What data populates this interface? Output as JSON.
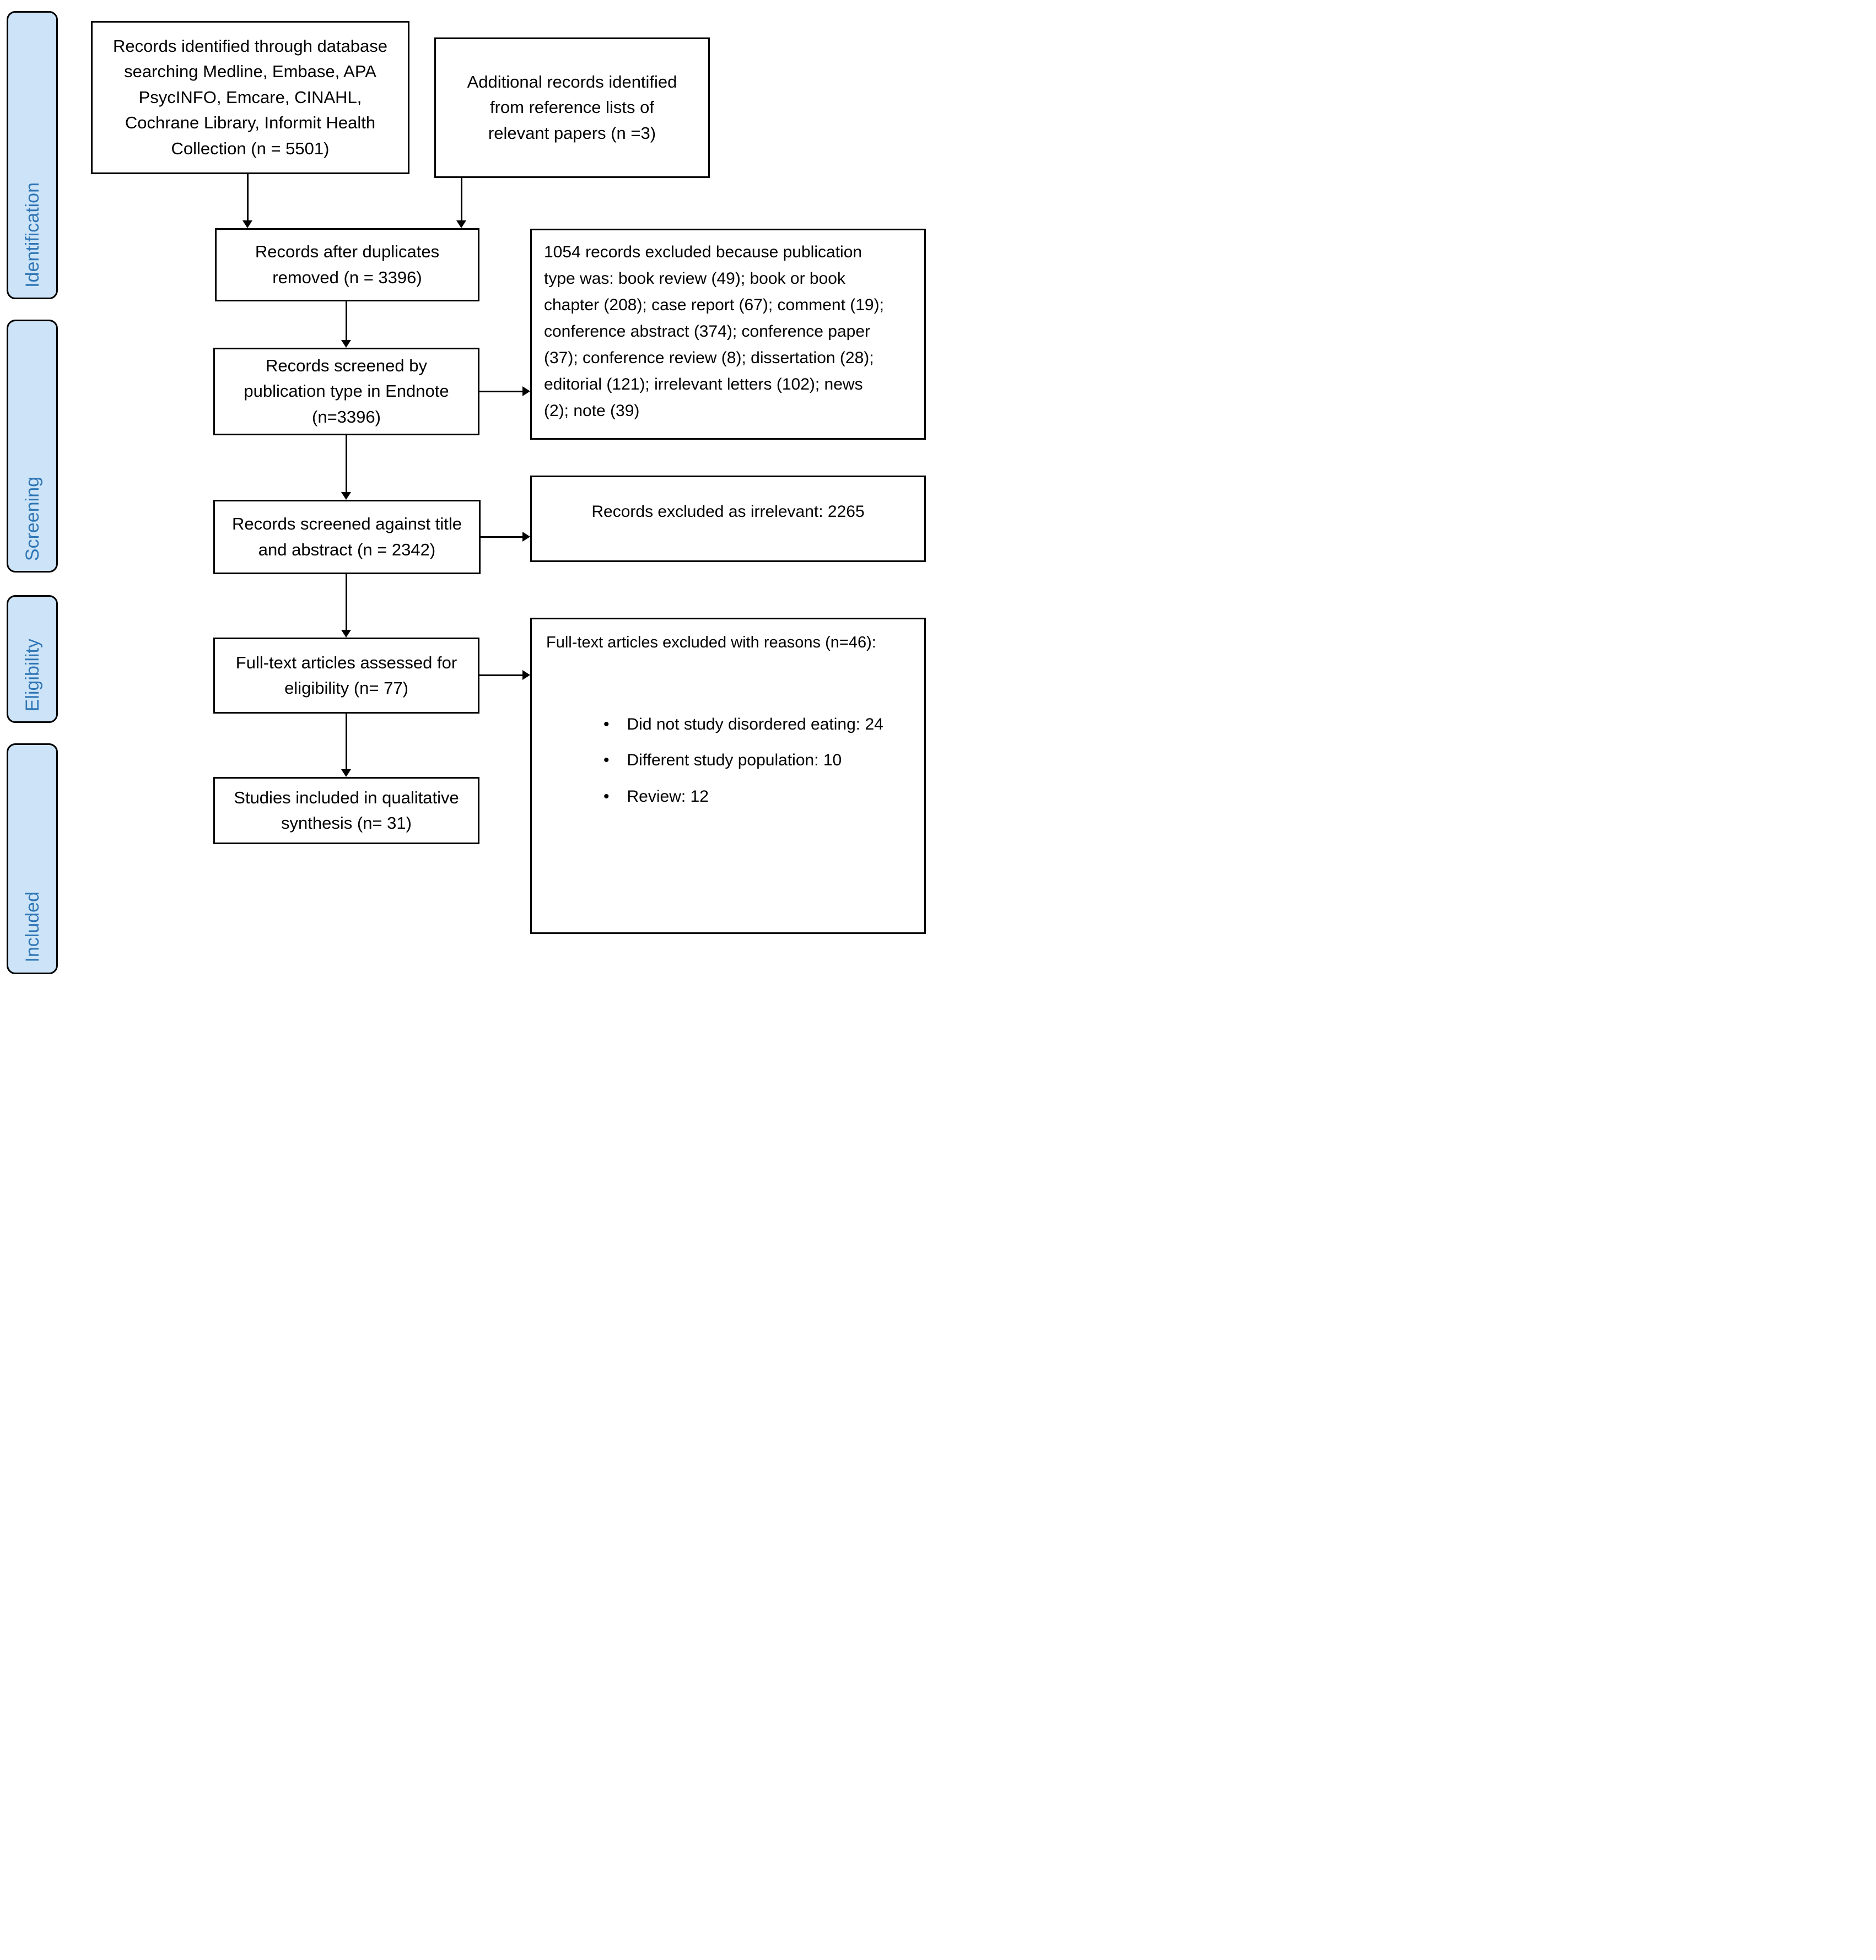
{
  "diagram": {
    "stages": [
      {
        "label": "Identification"
      },
      {
        "label": "Screening"
      },
      {
        "label": "Eligibility"
      },
      {
        "label": "Included"
      }
    ],
    "boxes": {
      "db_search": "Records identified through database\nsearching Medline, Embase, APA\nPsycINFO, Emcare, CINAHL,\nCochrane Library, Informit Health\nCollection (n = 5501)",
      "additional": "Additional records identified\nfrom reference lists of\nrelevant papers (n =3)",
      "duplicates": "Records after duplicates\nremoved (n = 3396)",
      "screened_type": "Records screened by\npublication type in Endnote\n(n=3396)",
      "excluded_type": "1054 records excluded because publication\ntype was: book review (49); book or book\nchapter (208); case report (67); comment (19);\nconference abstract (374); conference paper\n(37); conference review (8); dissertation (28);\neditorial (121); irrelevant letters (102); news\n(2); note (39)",
      "screened_title": "Records screened against title\nand abstract (n = 2342)",
      "excluded_irrelevant": "Records excluded as irrelevant: 2265",
      "fulltext": "Full-text articles assessed for\neligibility (n= 77)",
      "excluded_reasons_title": "Full-text articles excluded with reasons (n=46):",
      "excluded_reasons_items": [
        "Did not study disordered eating: 24",
        "Different study population: 10",
        "Review: 12"
      ],
      "included": "Studies included in qualitative\nsynthesis (n= 31)",
      "bullet_glyph": "•"
    },
    "colors": {
      "stage_fill": "#CDE4F8",
      "stage_text": "#2E75B5",
      "line_color": "#000000",
      "box_fill": "#FFFFFF"
    }
  }
}
